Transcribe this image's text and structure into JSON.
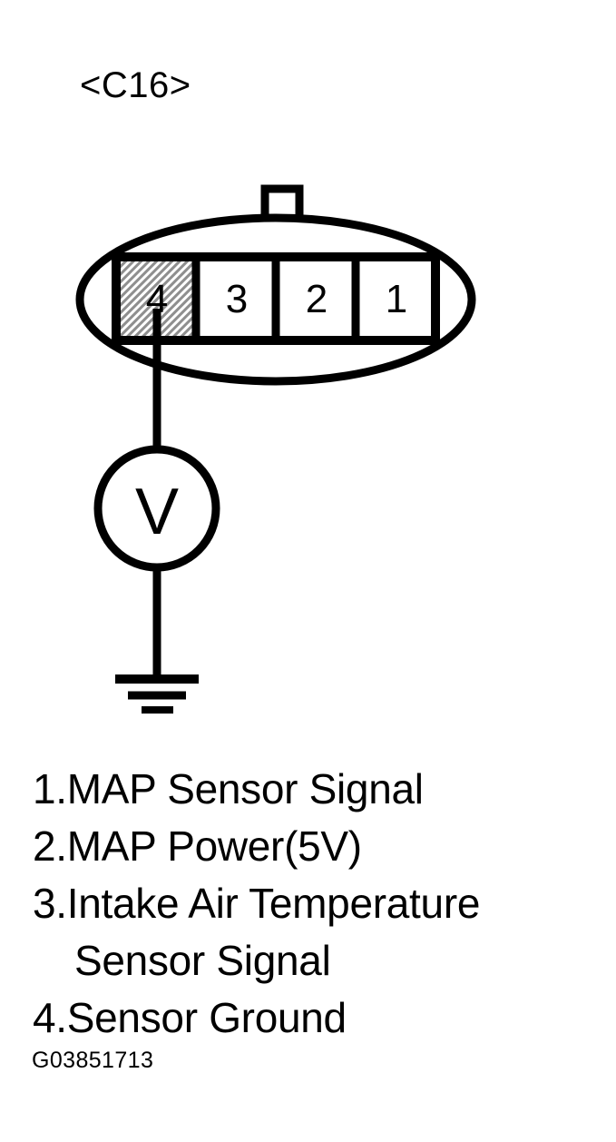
{
  "connector": {
    "id_label": "<C16>",
    "shape": "oval-connector-with-top-tab",
    "pins": [
      {
        "number": "4",
        "highlighted": true,
        "fill": "hatched-gray"
      },
      {
        "number": "3",
        "highlighted": false,
        "fill": "white"
      },
      {
        "number": "2",
        "highlighted": false,
        "fill": "white"
      },
      {
        "number": "1",
        "highlighted": false,
        "fill": "white"
      }
    ]
  },
  "measurement": {
    "instrument": "voltmeter",
    "instrument_label": "V",
    "probe_pin": "4",
    "ground_symbol": "earth-ground"
  },
  "legend": {
    "lines": [
      {
        "text": "1.MAP Sensor Signal",
        "continuation": false
      },
      {
        "text": "2.MAP Power(5V)",
        "continuation": false
      },
      {
        "text": "3.Intake Air Temperature",
        "continuation": false
      },
      {
        "text": "Sensor Signal",
        "continuation": true
      },
      {
        "text": "4.Sensor Ground",
        "continuation": false
      }
    ]
  },
  "figure_id": "G03851713",
  "colors": {
    "ink": "#000000",
    "background": "#ffffff",
    "pin_highlight": "#9a9a9a"
  }
}
